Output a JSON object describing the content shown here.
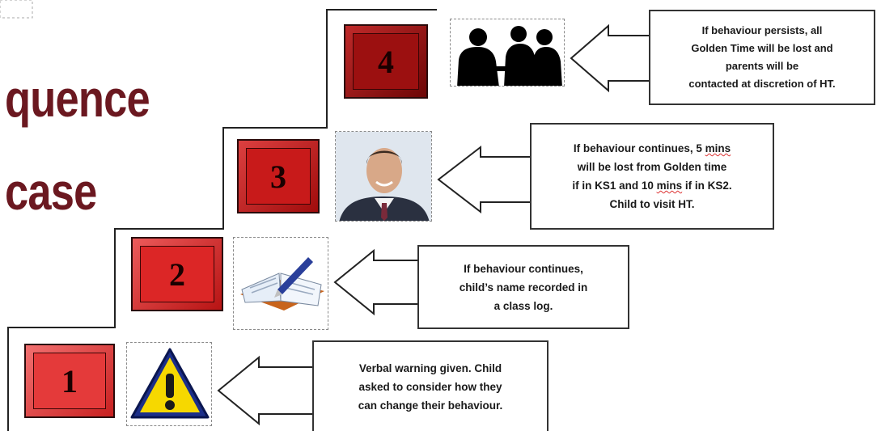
{
  "title": {
    "line1": "quence",
    "line2": "case"
  },
  "steps": [
    {
      "number": "1",
      "icon": "warning-icon",
      "callout_lines": [
        "Verbal warning given. Child",
        "asked to consider how they",
        "can change their behaviour."
      ]
    },
    {
      "number": "2",
      "icon": "book-pen-icon",
      "callout_lines": [
        "If behaviour continues,",
        "child’s name recorded in",
        "a class log."
      ]
    },
    {
      "number": "3",
      "icon": "person-photo-icon",
      "callout_pre": "If behaviour continues, 5 ",
      "callout_mins1": "mins",
      "callout_mid": "will be lost from Golden time",
      "callout_pre2": "if in KS1 and 10 ",
      "callout_mins2": "mins",
      "callout_post2": " if in KS2.",
      "callout_last": "Child to visit HT."
    },
    {
      "number": "4",
      "icon": "meeting-silhouette-icon",
      "callout_lines": [
        "If behaviour persists, all",
        "Golden Time will be lost and",
        "parents will be",
        "contacted at discretion of HT."
      ]
    }
  ],
  "colors": {
    "title": "#6b1820",
    "step1": "#e03838",
    "step2": "#d82828",
    "step3": "#c41818",
    "step4": "#9a0e0e"
  }
}
